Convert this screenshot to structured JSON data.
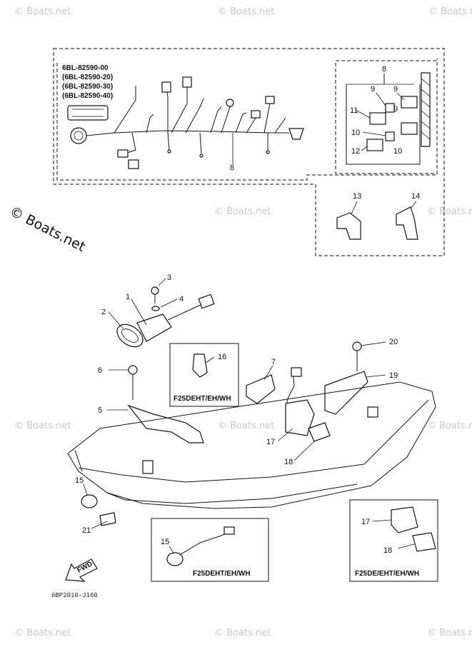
{
  "watermark": "© Boats.net",
  "model_codes": [
    "6BL-82590-00",
    "(6BL-82590-20)",
    "(6BL-82590-30)",
    "(6BL-82590-40)"
  ],
  "callouts": {
    "c1": "1",
    "c2": "2",
    "c3": "3",
    "c4": "4",
    "c5": "5",
    "c6": "6",
    "c7": "7",
    "c8a": "8",
    "c8b": "8",
    "c9a": "9",
    "c9b": "9",
    "c9c": "9",
    "c10a": "10",
    "c10b": "10",
    "c11": "11",
    "c12": "12",
    "c13": "13",
    "c14": "14",
    "c15a": "15",
    "c15b": "15",
    "c16": "16",
    "c17a": "17",
    "c17b": "17",
    "c18a": "18",
    "c18b": "18",
    "c19": "19",
    "c20": "20",
    "c21": "21"
  },
  "inset_labels": {
    "inset_16": "F25DEHT/EH/WH",
    "inset_15": "F25DEHT/EH/WH",
    "inset_17": "F25DE/EHT/EH/WH"
  },
  "fwd_label": "FWD",
  "diagram_code": "6BP2010-J160"
}
